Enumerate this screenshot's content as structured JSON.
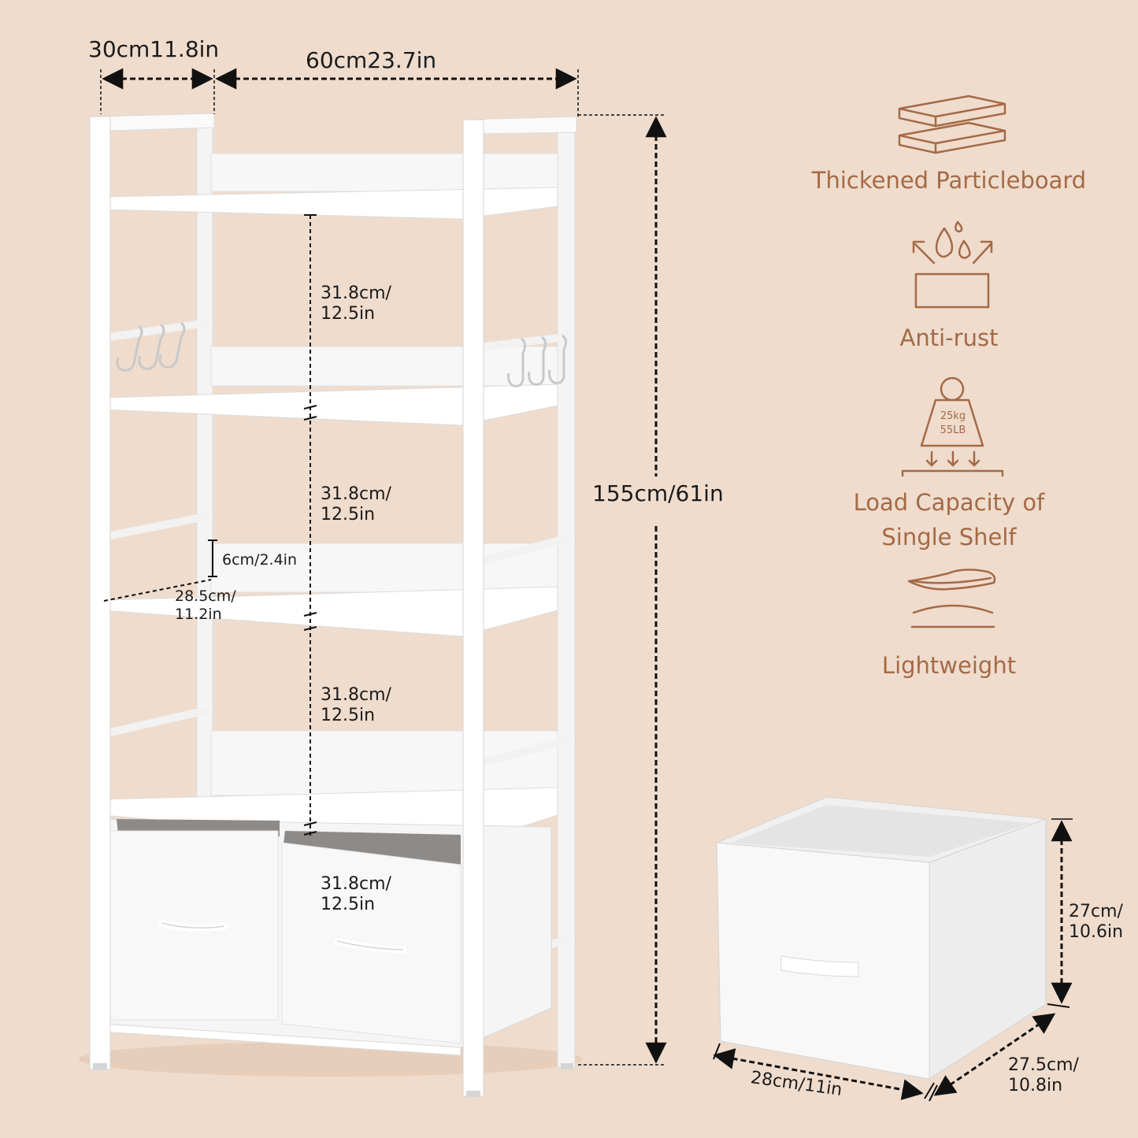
{
  "dimensions": {
    "depth_label": "30cm11.8in",
    "width_label": "60cm23.7in",
    "height_label": "155cm/61in",
    "shelf_gap": [
      [
        "31.8cm/",
        "12.5in"
      ],
      [
        "31.8cm/",
        "12.5in"
      ],
      [
        "31.8cm/",
        "12.5in"
      ],
      [
        "31.8cm/",
        "12.5in"
      ]
    ],
    "backboard_height": "6cm/2.4in",
    "shelf_depth": [
      "28.5cm/",
      "11.2in"
    ],
    "bin_height": [
      "27cm/",
      "10.6in"
    ],
    "bin_width": "28cm/11in",
    "bin_depth": [
      "27.5cm/",
      "10.8in"
    ]
  },
  "features": [
    {
      "icon": "stacked-boards-icon",
      "lines": [
        "Thickened Particleboard"
      ]
    },
    {
      "icon": "water-repel-icon",
      "lines": [
        "Anti-rust"
      ]
    },
    {
      "icon": "weight-icon",
      "lines": [
        "Load Capacity of",
        "Single Shelf"
      ],
      "weight_text": [
        "25kg",
        "55LB"
      ]
    },
    {
      "icon": "feather-icon",
      "lines": [
        "Lightweight"
      ]
    }
  ],
  "colors": {
    "background": "#efdccd",
    "accent": "#a46a46",
    "frame": "#ffffff",
    "text": "#1b1b1b"
  }
}
